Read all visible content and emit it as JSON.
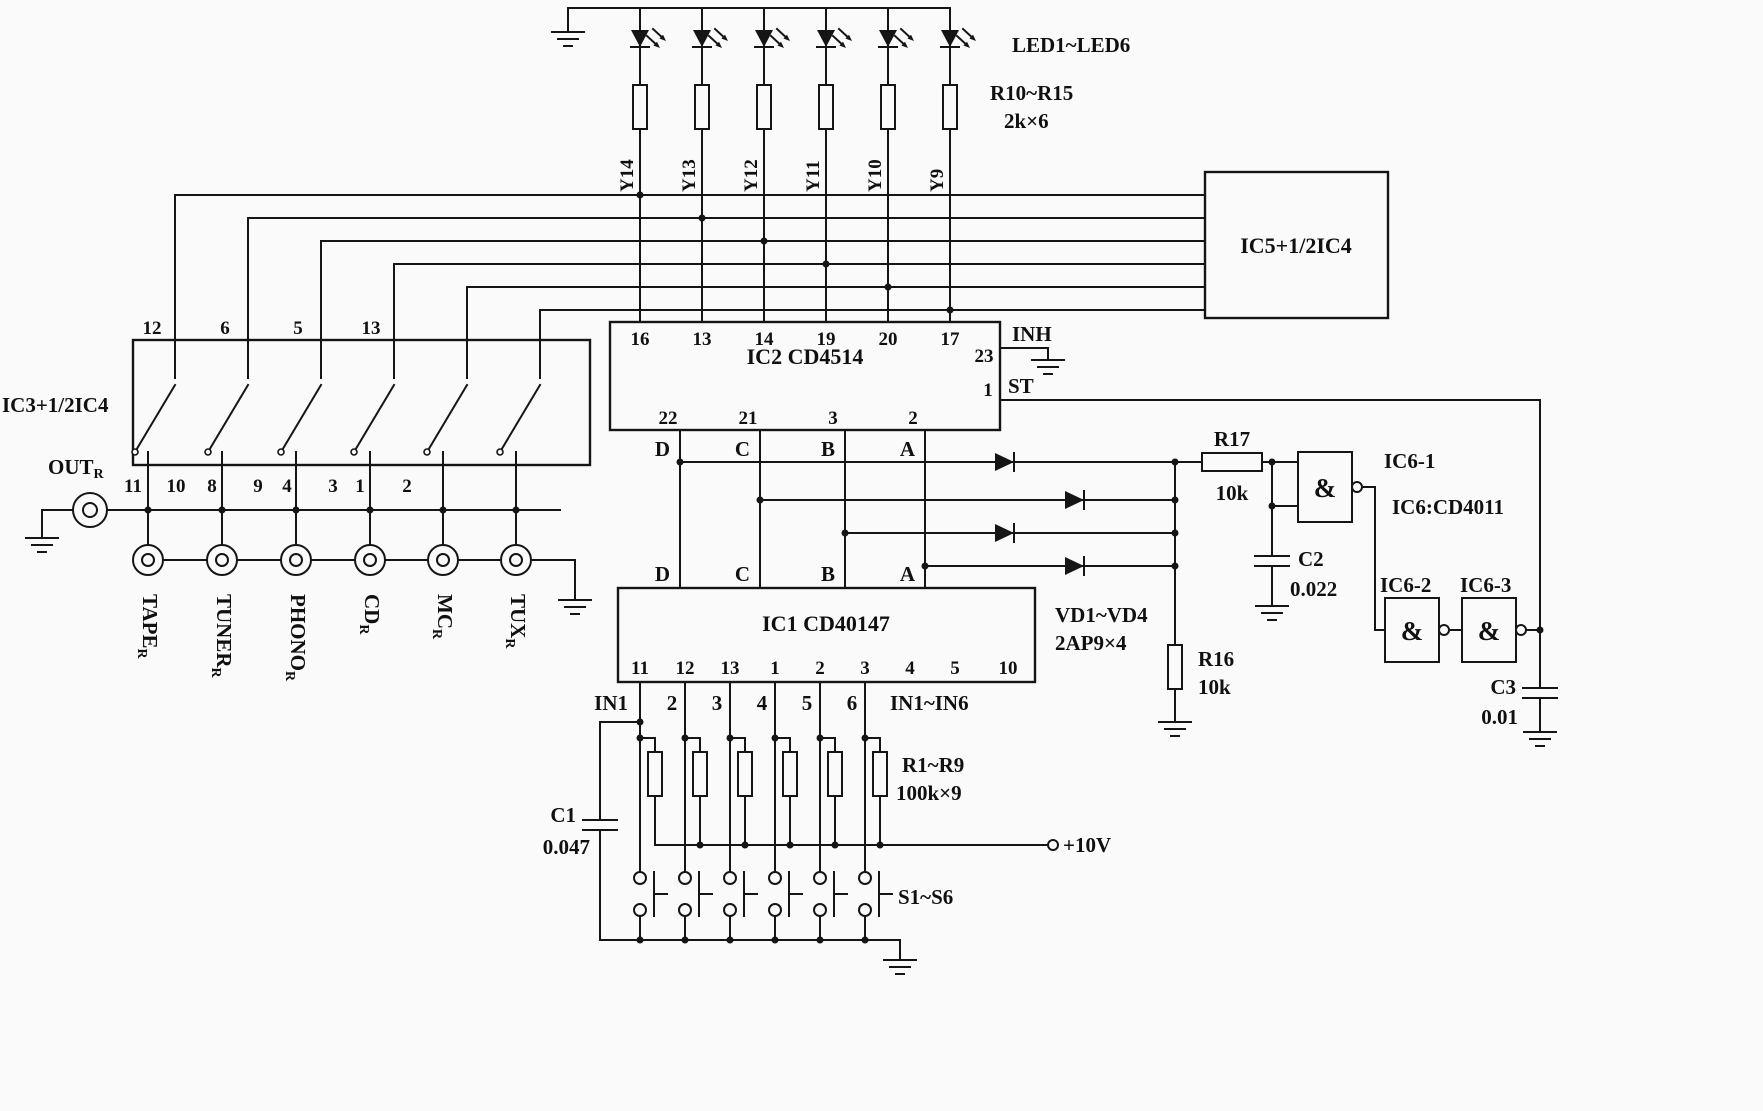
{
  "top": {
    "led_label": "LED1~LED6",
    "res_label": "R10~R15",
    "res_value": "2k×6",
    "y_labels": [
      "Y14",
      "Y13",
      "Y12",
      "Y11",
      "Y10",
      "Y9"
    ]
  },
  "ic5": {
    "label": "IC5+1/2IC4"
  },
  "ic2": {
    "label": "IC2 CD4514",
    "top_pins": [
      "16",
      "13",
      "14",
      "19",
      "20",
      "17"
    ],
    "bottom_pins": [
      "22",
      "21",
      "3",
      "2"
    ],
    "inh_label": "INH",
    "inh_pin": "23",
    "st_label": "ST",
    "st_pin": "1"
  },
  "bus": {
    "upper": [
      "D",
      "C",
      "B",
      "A"
    ],
    "lower": [
      "D",
      "C",
      "B",
      "A"
    ]
  },
  "switch_bank": {
    "ic_label": "IC3+1/2IC4",
    "top_pins": [
      "12",
      "6",
      "5",
      "13"
    ],
    "bottom_pins": [
      "11",
      "10",
      "8",
      "9",
      "4",
      "3",
      "1",
      "2"
    ],
    "out_label": "OUT",
    "out_sub": "R"
  },
  "jacks": [
    {
      "name": "TAPE",
      "sub": "R"
    },
    {
      "name": "TUNER",
      "sub": "R"
    },
    {
      "name": "PHONO",
      "sub": "R"
    },
    {
      "name": "CD",
      "sub": "R"
    },
    {
      "name": "MC",
      "sub": "R"
    },
    {
      "name": "TUX",
      "sub": "R"
    }
  ],
  "ic1": {
    "label": "IC1 CD40147",
    "bottom_pins": [
      "11",
      "12",
      "13",
      "1",
      "2",
      "3",
      "4",
      "5",
      "10"
    ],
    "in_first": "IN1",
    "in_rest": [
      "2",
      "3",
      "4",
      "5",
      "6"
    ],
    "in_range": "IN1~IN6"
  },
  "bottom": {
    "c1_label": "C1",
    "c1_value": "0.047",
    "res_label": "R1~R9",
    "res_value": "100k×9",
    "vcc": "+10V",
    "switch_label": "S1~S6"
  },
  "right": {
    "vd_label": "VD1~VD4",
    "vd_value": "2AP9×4",
    "r17_label": "R17",
    "r17_value": "10k",
    "r16_label": "R16",
    "r16_value": "10k",
    "c2_label": "C2",
    "c2_value": "0.022",
    "c3_label": "C3",
    "c3_value": "0.01",
    "gate1": "IC6-1",
    "gate2": "IC6-2",
    "gate3": "IC6-3",
    "ic6_label": "IC6:CD4011",
    "amp": "&"
  }
}
